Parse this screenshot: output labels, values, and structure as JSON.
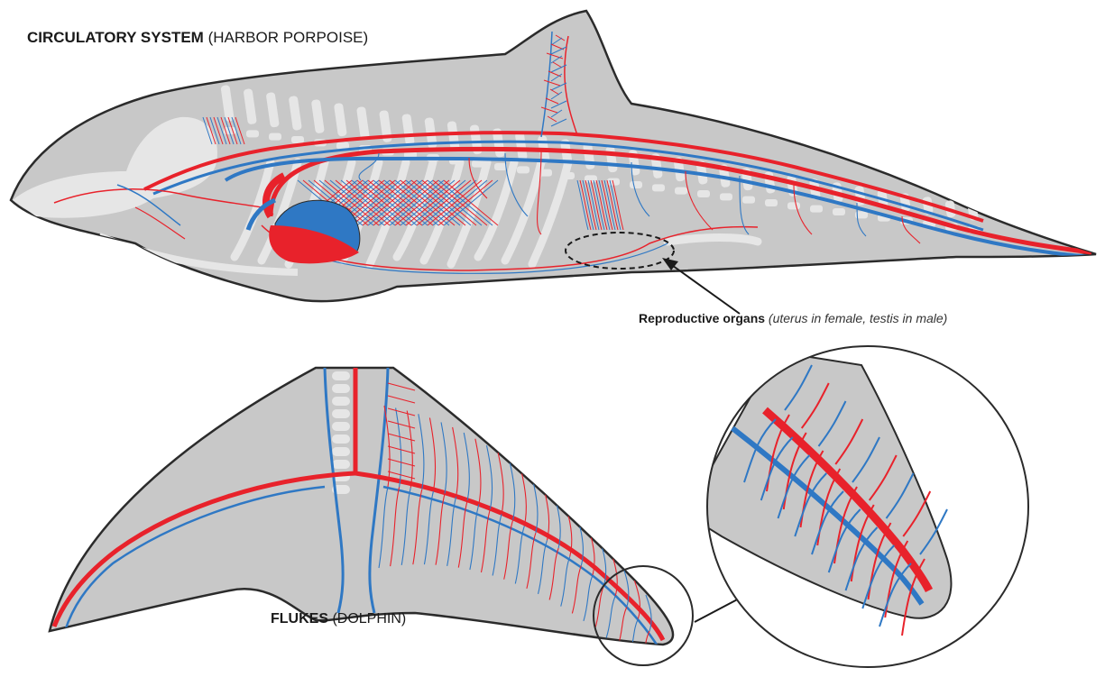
{
  "titles": {
    "main_bold": "CIRCULATORY SYSTEM",
    "main_paren": "(HARBOR PORPOISE)",
    "flukes_bold": "FLUKES",
    "flukes_paren": "(DOLPHIN)"
  },
  "labels": {
    "repro_bold": "Reproductive organs",
    "repro_note": "(uterus in female, testis in male)"
  },
  "colors": {
    "artery": "#e8222b",
    "vein": "#2f78c4",
    "body": "#c8c8c8",
    "skeleton": "#e6e6e6",
    "outline": "#2b2b2b"
  }
}
